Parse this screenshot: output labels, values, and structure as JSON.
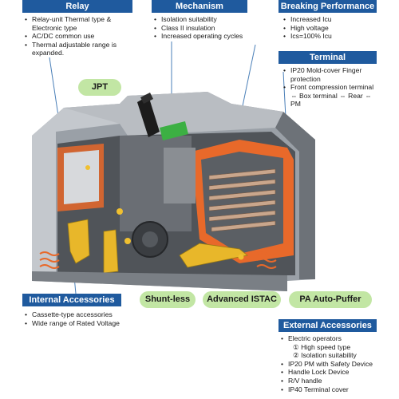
{
  "relay": {
    "title": "Relay",
    "items": [
      "Relay-unit Thermal type & Electronic type",
      "AC/DC common use",
      "Thermal adjustable range is expanded."
    ]
  },
  "mechanism": {
    "title": "Mechanism",
    "items": [
      "Isolation suitability",
      "Class II insulation",
      "Increased operating cycles"
    ]
  },
  "breaking": {
    "title": "Breaking Performance",
    "items": [
      "Increased Icu",
      "High voltage",
      "Ics=100% Icu"
    ]
  },
  "terminal": {
    "title": "Terminal",
    "items": [
      "IP20 Mold-cover Finger protection",
      "Front compression terminal ⇔ Box terminal ⇔ Rear ⇔ PM"
    ]
  },
  "internal": {
    "title": "Internal Accessories",
    "items": [
      "Cassette-type accessories",
      "Wide range of Rated Voltage"
    ]
  },
  "external": {
    "title": "External Accessories",
    "items": [
      "Electric operators"
    ],
    "sub_items": [
      "① High speed type",
      "② Isolation suitability"
    ],
    "items2": [
      "IP20 PM with Safety Device",
      "Handle Lock Device",
      "R/V handle",
      "IP40 Terminal cover"
    ]
  },
  "pills": {
    "jpt": "JPT",
    "shunt": "Shunt-less",
    "istac": "Advanced ISTAC",
    "puffer": "PA Auto-Puffer"
  },
  "colors": {
    "header_blue": "#1f5a9e",
    "pill_green": "#c2e6a4",
    "housing_gray": "#8a8f96",
    "arc_orange": "#e8692a"
  }
}
